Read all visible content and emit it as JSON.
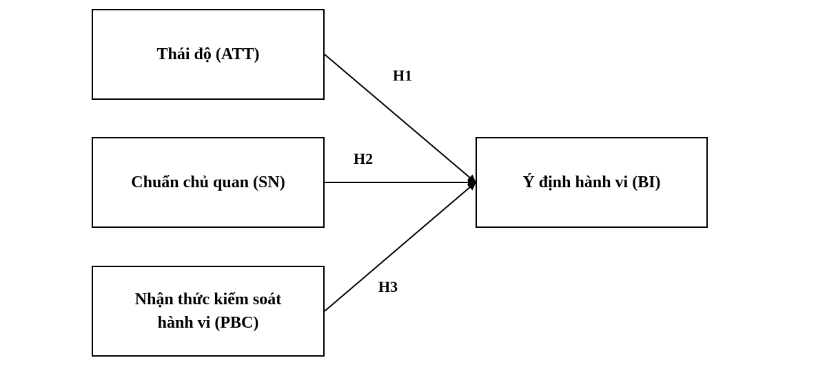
{
  "nodes": {
    "att": {
      "label": "Thái độ (ATT)"
    },
    "sn": {
      "label": "Chuẩn chủ quan (SN)"
    },
    "pbc": {
      "line1": "Nhận thức kiểm soát",
      "line2": "hành vi (PBC)"
    },
    "bi": {
      "label": "Ý định hành vi (BI)"
    }
  },
  "edges": [
    {
      "from": "att",
      "to": "bi",
      "label": "H1"
    },
    {
      "from": "sn",
      "to": "bi",
      "label": "H2"
    },
    {
      "from": "pbc",
      "to": "bi",
      "label": "H3"
    }
  ],
  "colors": {
    "line": "#000000",
    "border": "#000000",
    "text": "#000000"
  }
}
